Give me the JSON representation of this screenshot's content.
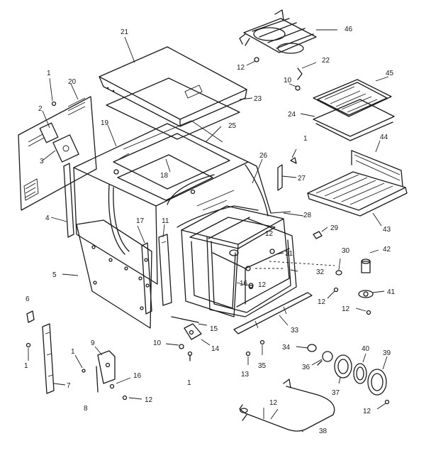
{
  "diagram": {
    "callouts": [
      {
        "id": "c46",
        "text": "46"
      },
      {
        "id": "c21",
        "text": "21"
      },
      {
        "id": "c22",
        "text": "22"
      },
      {
        "id": "c12a",
        "text": "12"
      },
      {
        "id": "c10a",
        "text": "10"
      },
      {
        "id": "c45",
        "text": "45"
      },
      {
        "id": "c1a",
        "text": "1"
      },
      {
        "id": "c20",
        "text": "20"
      },
      {
        "id": "c23",
        "text": "23"
      },
      {
        "id": "c24",
        "text": "24"
      },
      {
        "id": "c2",
        "text": "2"
      },
      {
        "id": "c19",
        "text": "19"
      },
      {
        "id": "c25",
        "text": "25"
      },
      {
        "id": "c1b",
        "text": "1"
      },
      {
        "id": "c3",
        "text": "3"
      },
      {
        "id": "c44",
        "text": "44"
      },
      {
        "id": "c26",
        "text": "26"
      },
      {
        "id": "c18",
        "text": "18"
      },
      {
        "id": "c27",
        "text": "27"
      },
      {
        "id": "c4",
        "text": "4"
      },
      {
        "id": "c17",
        "text": "17"
      },
      {
        "id": "c28",
        "text": "28"
      },
      {
        "id": "c43",
        "text": "43"
      },
      {
        "id": "c11",
        "text": "11"
      },
      {
        "id": "c29",
        "text": "29"
      },
      {
        "id": "c12b",
        "text": "12"
      },
      {
        "id": "c31",
        "text": "31"
      },
      {
        "id": "c30",
        "text": "30"
      },
      {
        "id": "c42",
        "text": "42"
      },
      {
        "id": "c5",
        "text": "5"
      },
      {
        "id": "c32",
        "text": "32"
      },
      {
        "id": "c16a",
        "text": "16"
      },
      {
        "id": "c12c",
        "text": "12"
      },
      {
        "id": "c41",
        "text": "41"
      },
      {
        "id": "c12d",
        "text": "12"
      },
      {
        "id": "c6",
        "text": "6"
      },
      {
        "id": "c12e",
        "text": "12"
      },
      {
        "id": "c15",
        "text": "15"
      },
      {
        "id": "c33",
        "text": "33"
      },
      {
        "id": "c1c",
        "text": "1"
      },
      {
        "id": "c9",
        "text": "9"
      },
      {
        "id": "c10b",
        "text": "10"
      },
      {
        "id": "c14",
        "text": "14"
      },
      {
        "id": "c34",
        "text": "34"
      },
      {
        "id": "c1d",
        "text": "1"
      },
      {
        "id": "c40",
        "text": "40"
      },
      {
        "id": "c39",
        "text": "39"
      },
      {
        "id": "c36",
        "text": "36"
      },
      {
        "id": "c16b",
        "text": "16"
      },
      {
        "id": "c1e",
        "text": "1"
      },
      {
        "id": "c13",
        "text": "13"
      },
      {
        "id": "c35",
        "text": "35"
      },
      {
        "id": "c37",
        "text": "37"
      },
      {
        "id": "c7",
        "text": "7"
      },
      {
        "id": "c12f",
        "text": "12"
      },
      {
        "id": "c8",
        "text": "8"
      },
      {
        "id": "c12g",
        "text": "12"
      },
      {
        "id": "c12h",
        "text": "12"
      },
      {
        "id": "c38",
        "text": "38"
      }
    ]
  }
}
